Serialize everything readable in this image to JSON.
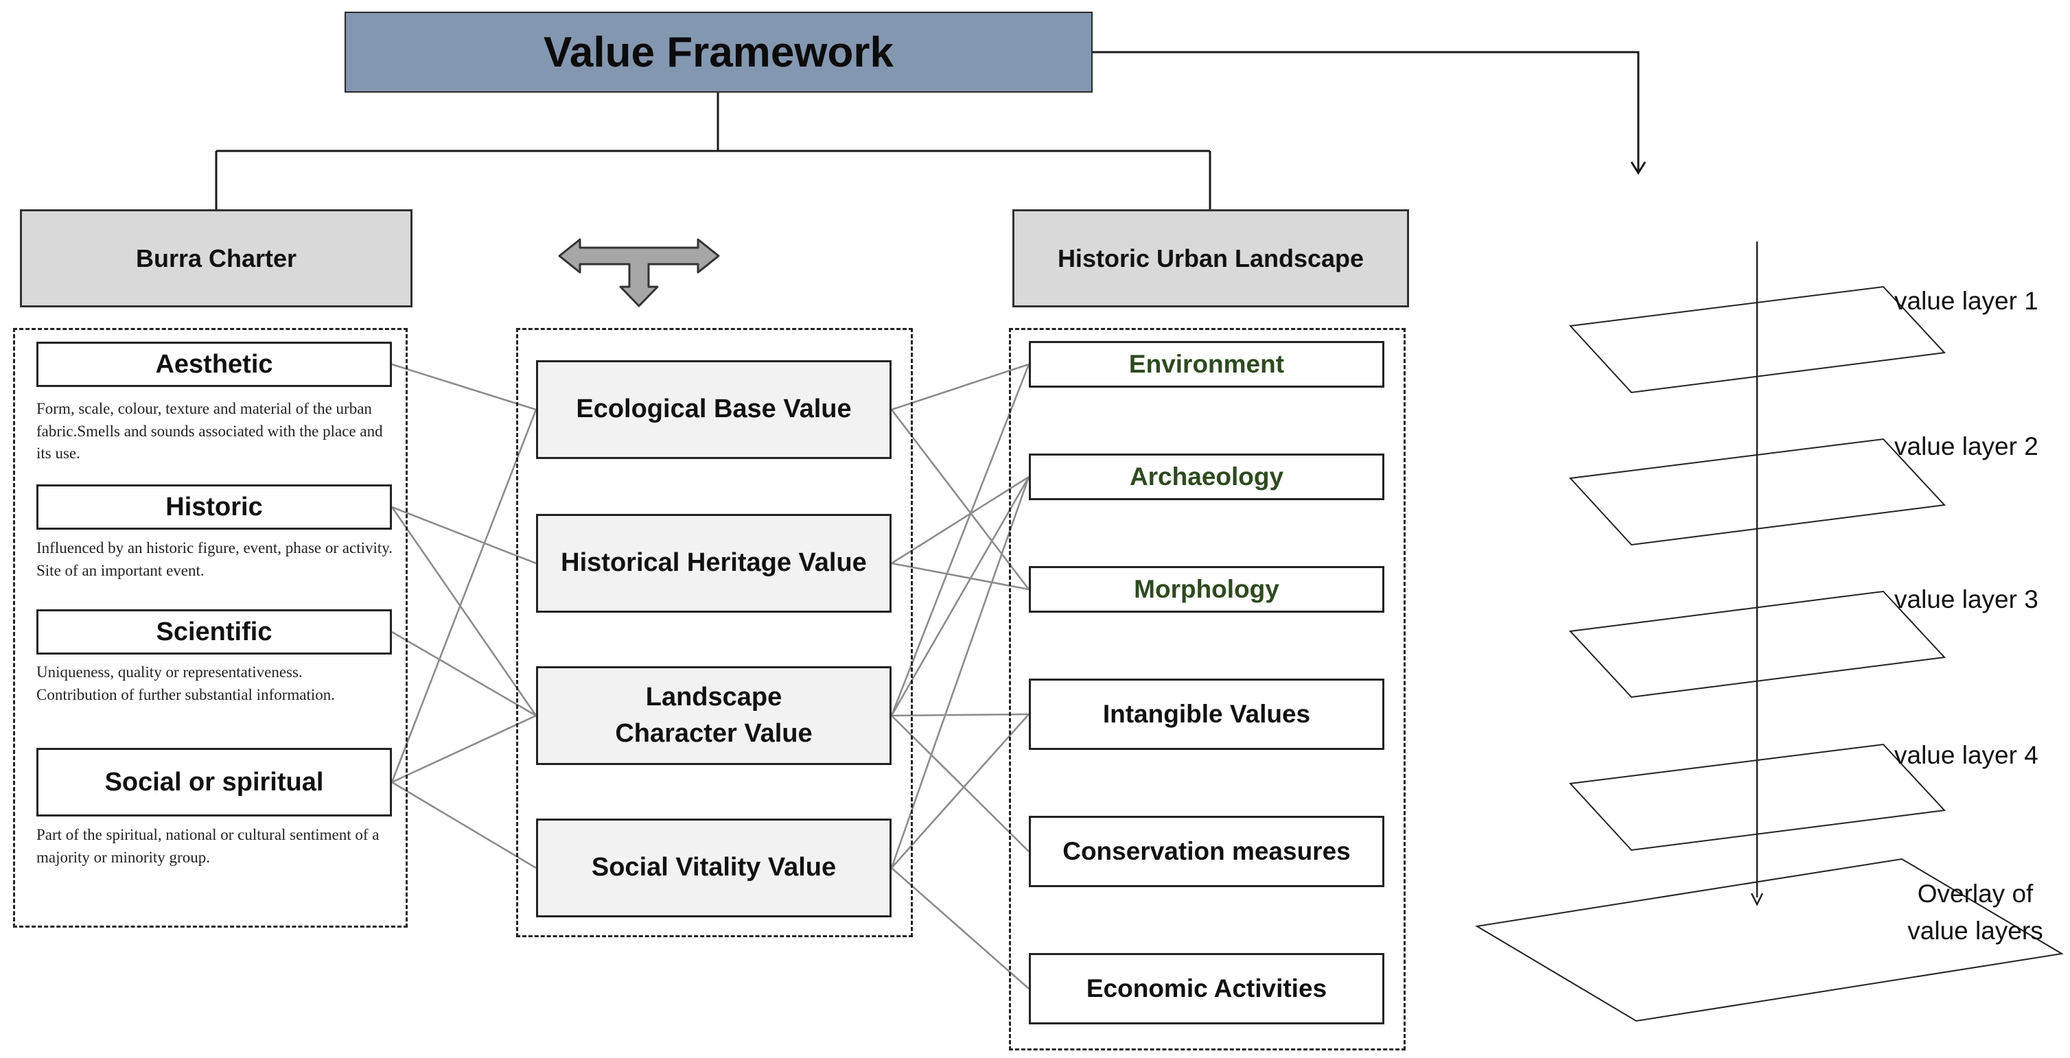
{
  "title": "Value Framework",
  "burra": {
    "header": "Burra Charter",
    "items": [
      {
        "label": "Aesthetic",
        "desc": "Form, scale, colour, texture and material of the urban fabric.Smells and sounds associated with the place and its use."
      },
      {
        "label": "Historic",
        "desc": "Influenced by an historic figure, event, phase or activity.\nSite of an important event."
      },
      {
        "label": "Scientific",
        "desc": "Uniqueness, quality or representativeness.\nContribution of further substantial information."
      },
      {
        "label": "Social or spiritual",
        "desc": "Part of the spiritual, national or cultural sentiment of a majority or minority group."
      }
    ]
  },
  "middle": {
    "items": [
      "Ecological Base Value",
      "Historical Heritage Value",
      "Landscape Character Value",
      "Social Vitality Value"
    ]
  },
  "hul": {
    "header": "Historic Urban Landscape",
    "items": [
      "Environment",
      "Archaeology",
      "Morphology",
      "Intangible Values",
      "Conservation measures",
      "Economic Activities"
    ]
  },
  "layers": {
    "labels": [
      "value layer 1",
      "value layer 2",
      "value layer 3",
      "value layer 4"
    ],
    "overlay": "Overlay of\nvalue layers"
  },
  "links": {
    "burra_to_middle": [
      [
        0,
        0
      ],
      [
        1,
        1
      ],
      [
        1,
        2
      ],
      [
        2,
        2
      ],
      [
        3,
        0
      ],
      [
        3,
        2
      ],
      [
        3,
        3
      ]
    ],
    "middle_to_hul": [
      [
        0,
        0
      ],
      [
        0,
        2
      ],
      [
        1,
        1
      ],
      [
        1,
        2
      ],
      [
        2,
        0
      ],
      [
        2,
        1
      ],
      [
        2,
        3
      ],
      [
        2,
        4
      ],
      [
        3,
        1
      ],
      [
        3,
        3
      ],
      [
        3,
        5
      ]
    ]
  },
  "colors": {
    "title_fill": "#8497b0",
    "header_fill": "#d9d9d9",
    "middle_fill": "#f2f2f2",
    "green_text": "#2e4a1f",
    "connector": "#8c8c8c"
  }
}
